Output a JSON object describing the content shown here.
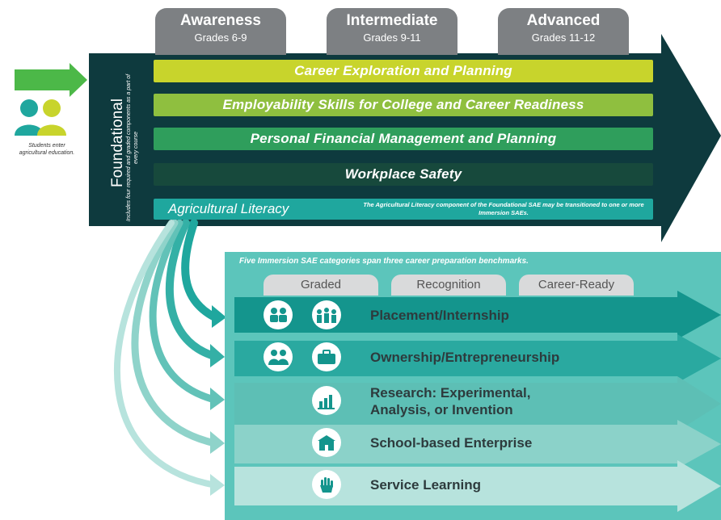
{
  "grades": [
    {
      "level": "Awareness",
      "grades": "Grades 6-9"
    },
    {
      "level": "Intermediate",
      "grades": "Grades 9-11"
    },
    {
      "level": "Advanced",
      "grades": "Grades 11-12"
    }
  ],
  "foundational": {
    "title": "Foundational",
    "subtitle": "Includes four required and graded components as a part of every course",
    "bars": [
      {
        "label": "Career Exploration and Planning",
        "color": "#c8d42c"
      },
      {
        "label": "Employability Skills for College and Career Readiness",
        "color": "#8fbf3f"
      },
      {
        "label": "Personal Financial Management and Planning",
        "color": "#2f9e5c"
      },
      {
        "label": "Workplace Safety",
        "color": "#17493c"
      }
    ],
    "literacy": {
      "label": "Agricultural Literacy",
      "note": "The Agricultural Literacy component of the Foundational SAE may be transitioned to one or more Immersion SAEs.",
      "color": "#1fa79e"
    },
    "band_color": "#0e3a3e"
  },
  "entry": {
    "caption": "Students enter agricultural education.",
    "arrow_color": "#4cb848"
  },
  "immersion": {
    "heading": "Five Immersion SAE categories span three career preparation benchmarks.",
    "benchmarks": [
      "Graded",
      "Recognition",
      "Career-Ready"
    ],
    "categories": [
      {
        "label": "Placement/Internship",
        "icons": [
          "handshake-icon",
          "people-group-icon"
        ]
      },
      {
        "label": "Ownership/Entrepreneurship",
        "icons": [
          "partners-icon",
          "briefcase-icon"
        ]
      },
      {
        "label": "Research: Experimental, Analysis, or Invention",
        "icons": [
          "bar-chart-icon"
        ]
      },
      {
        "label": "School-based Enterprise",
        "icons": [
          "school-building-icon"
        ]
      },
      {
        "label": "Service Learning",
        "icons": [
          "raised-hand-icon"
        ]
      }
    ]
  }
}
